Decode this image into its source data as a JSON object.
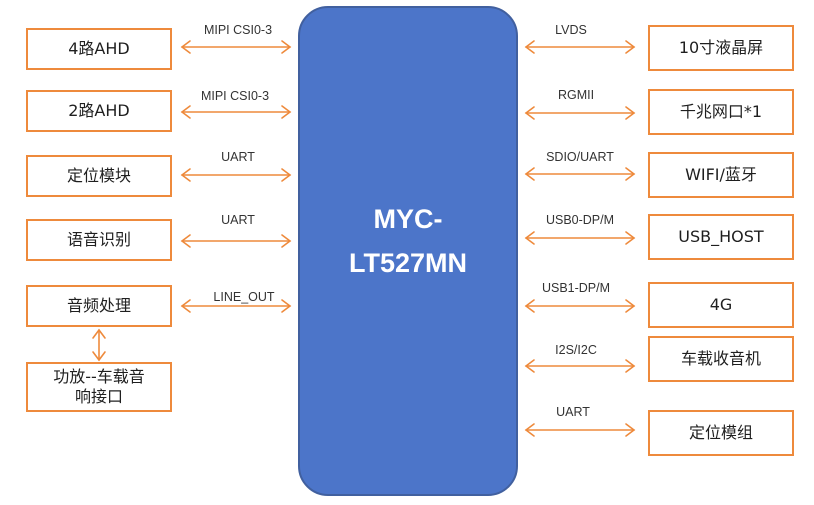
{
  "chip": {
    "line1": "MYC-",
    "line2": "LT527MN"
  },
  "left_boxes": [
    "4路AHD",
    "2路AHD",
    "定位模块",
    "语音识别",
    "音频处理",
    "功放--车载音响接口"
  ],
  "right_boxes": [
    "10寸液晶屏",
    "千兆网口*1",
    "WIFI/蓝牙",
    "USB_HOST",
    "4G",
    "车载收音机",
    "定位模组"
  ],
  "left_links": [
    "MIPI CSI0-3",
    "MIPI  CSI0-3",
    "UART",
    "UART",
    "LINE_OUT"
  ],
  "right_links": [
    "LVDS",
    "RGMII",
    "SDIO/UART",
    "USB0-DP/M",
    "USB1-DP/M",
    "I2S/I2C",
    "UART"
  ],
  "colors": {
    "accent": "#ee8a3c",
    "chip": "#4c75c9"
  }
}
